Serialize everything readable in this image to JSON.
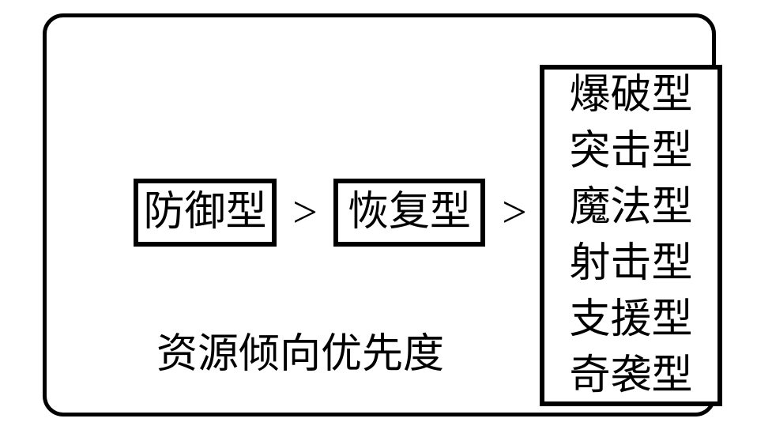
{
  "diagram": {
    "caption": "资源倾向优先度",
    "comparator": ">",
    "chain": [
      {
        "label": "防御型"
      },
      {
        "label": "恢复型"
      }
    ],
    "group": {
      "items": [
        "爆破型",
        "突击型",
        "魔法型",
        "射击型",
        "支援型",
        "奇袭型"
      ]
    },
    "colors": {
      "stroke": "#000000",
      "text": "#000000",
      "background": "#ffffff"
    }
  }
}
